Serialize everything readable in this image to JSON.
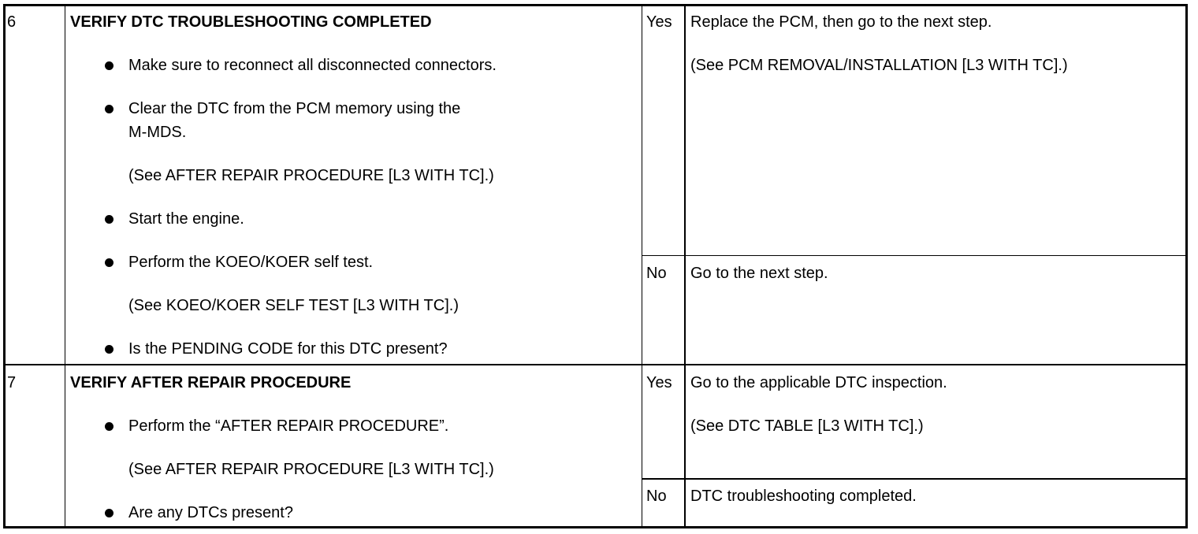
{
  "rows": [
    {
      "step": "6",
      "title": "VERIFY DTC TROUBLESHOOTING COMPLETED",
      "items": [
        {
          "bullet": true,
          "lines": [
            "Make sure to reconnect all disconnected connectors."
          ]
        },
        {
          "bullet": true,
          "lines": [
            "Clear the DTC from the PCM memory using the",
            "M-MDS."
          ]
        },
        {
          "bullet": false,
          "lines": [
            "(See AFTER REPAIR PROCEDURE [L3 WITH TC].)"
          ]
        },
        {
          "bullet": true,
          "lines": [
            "Start the engine."
          ]
        },
        {
          "bullet": true,
          "lines": [
            "Perform the KOEO/KOER self test."
          ]
        },
        {
          "bullet": false,
          "lines": [
            "(See KOEO/KOER SELF TEST [L3 WITH TC].)"
          ]
        },
        {
          "bullet": true,
          "lines": [
            "Is the PENDING CODE for this DTC present?"
          ]
        }
      ],
      "yes": {
        "label": "Yes",
        "lines": [
          "Replace the PCM, then go to the next step.",
          "(See PCM REMOVAL/INSTALLATION [L3 WITH TC].)"
        ]
      },
      "no": {
        "label": "No",
        "lines": [
          "Go to the next step."
        ]
      }
    },
    {
      "step": "7",
      "title": "VERIFY AFTER REPAIR PROCEDURE",
      "items": [
        {
          "bullet": true,
          "lines": [
            "Perform the “AFTER REPAIR PROCEDURE”."
          ]
        },
        {
          "bullet": false,
          "lines": [
            "(See AFTER REPAIR PROCEDURE [L3 WITH TC].)"
          ]
        },
        {
          "bullet": true,
          "lines": [
            "Are any DTCs present?"
          ]
        }
      ],
      "yes": {
        "label": "Yes",
        "lines": [
          "Go to the applicable DTC inspection.",
          "(See DTC TABLE [L3 WITH TC].)"
        ]
      },
      "no": {
        "label": "No",
        "lines": [
          "DTC troubleshooting completed."
        ]
      }
    }
  ]
}
